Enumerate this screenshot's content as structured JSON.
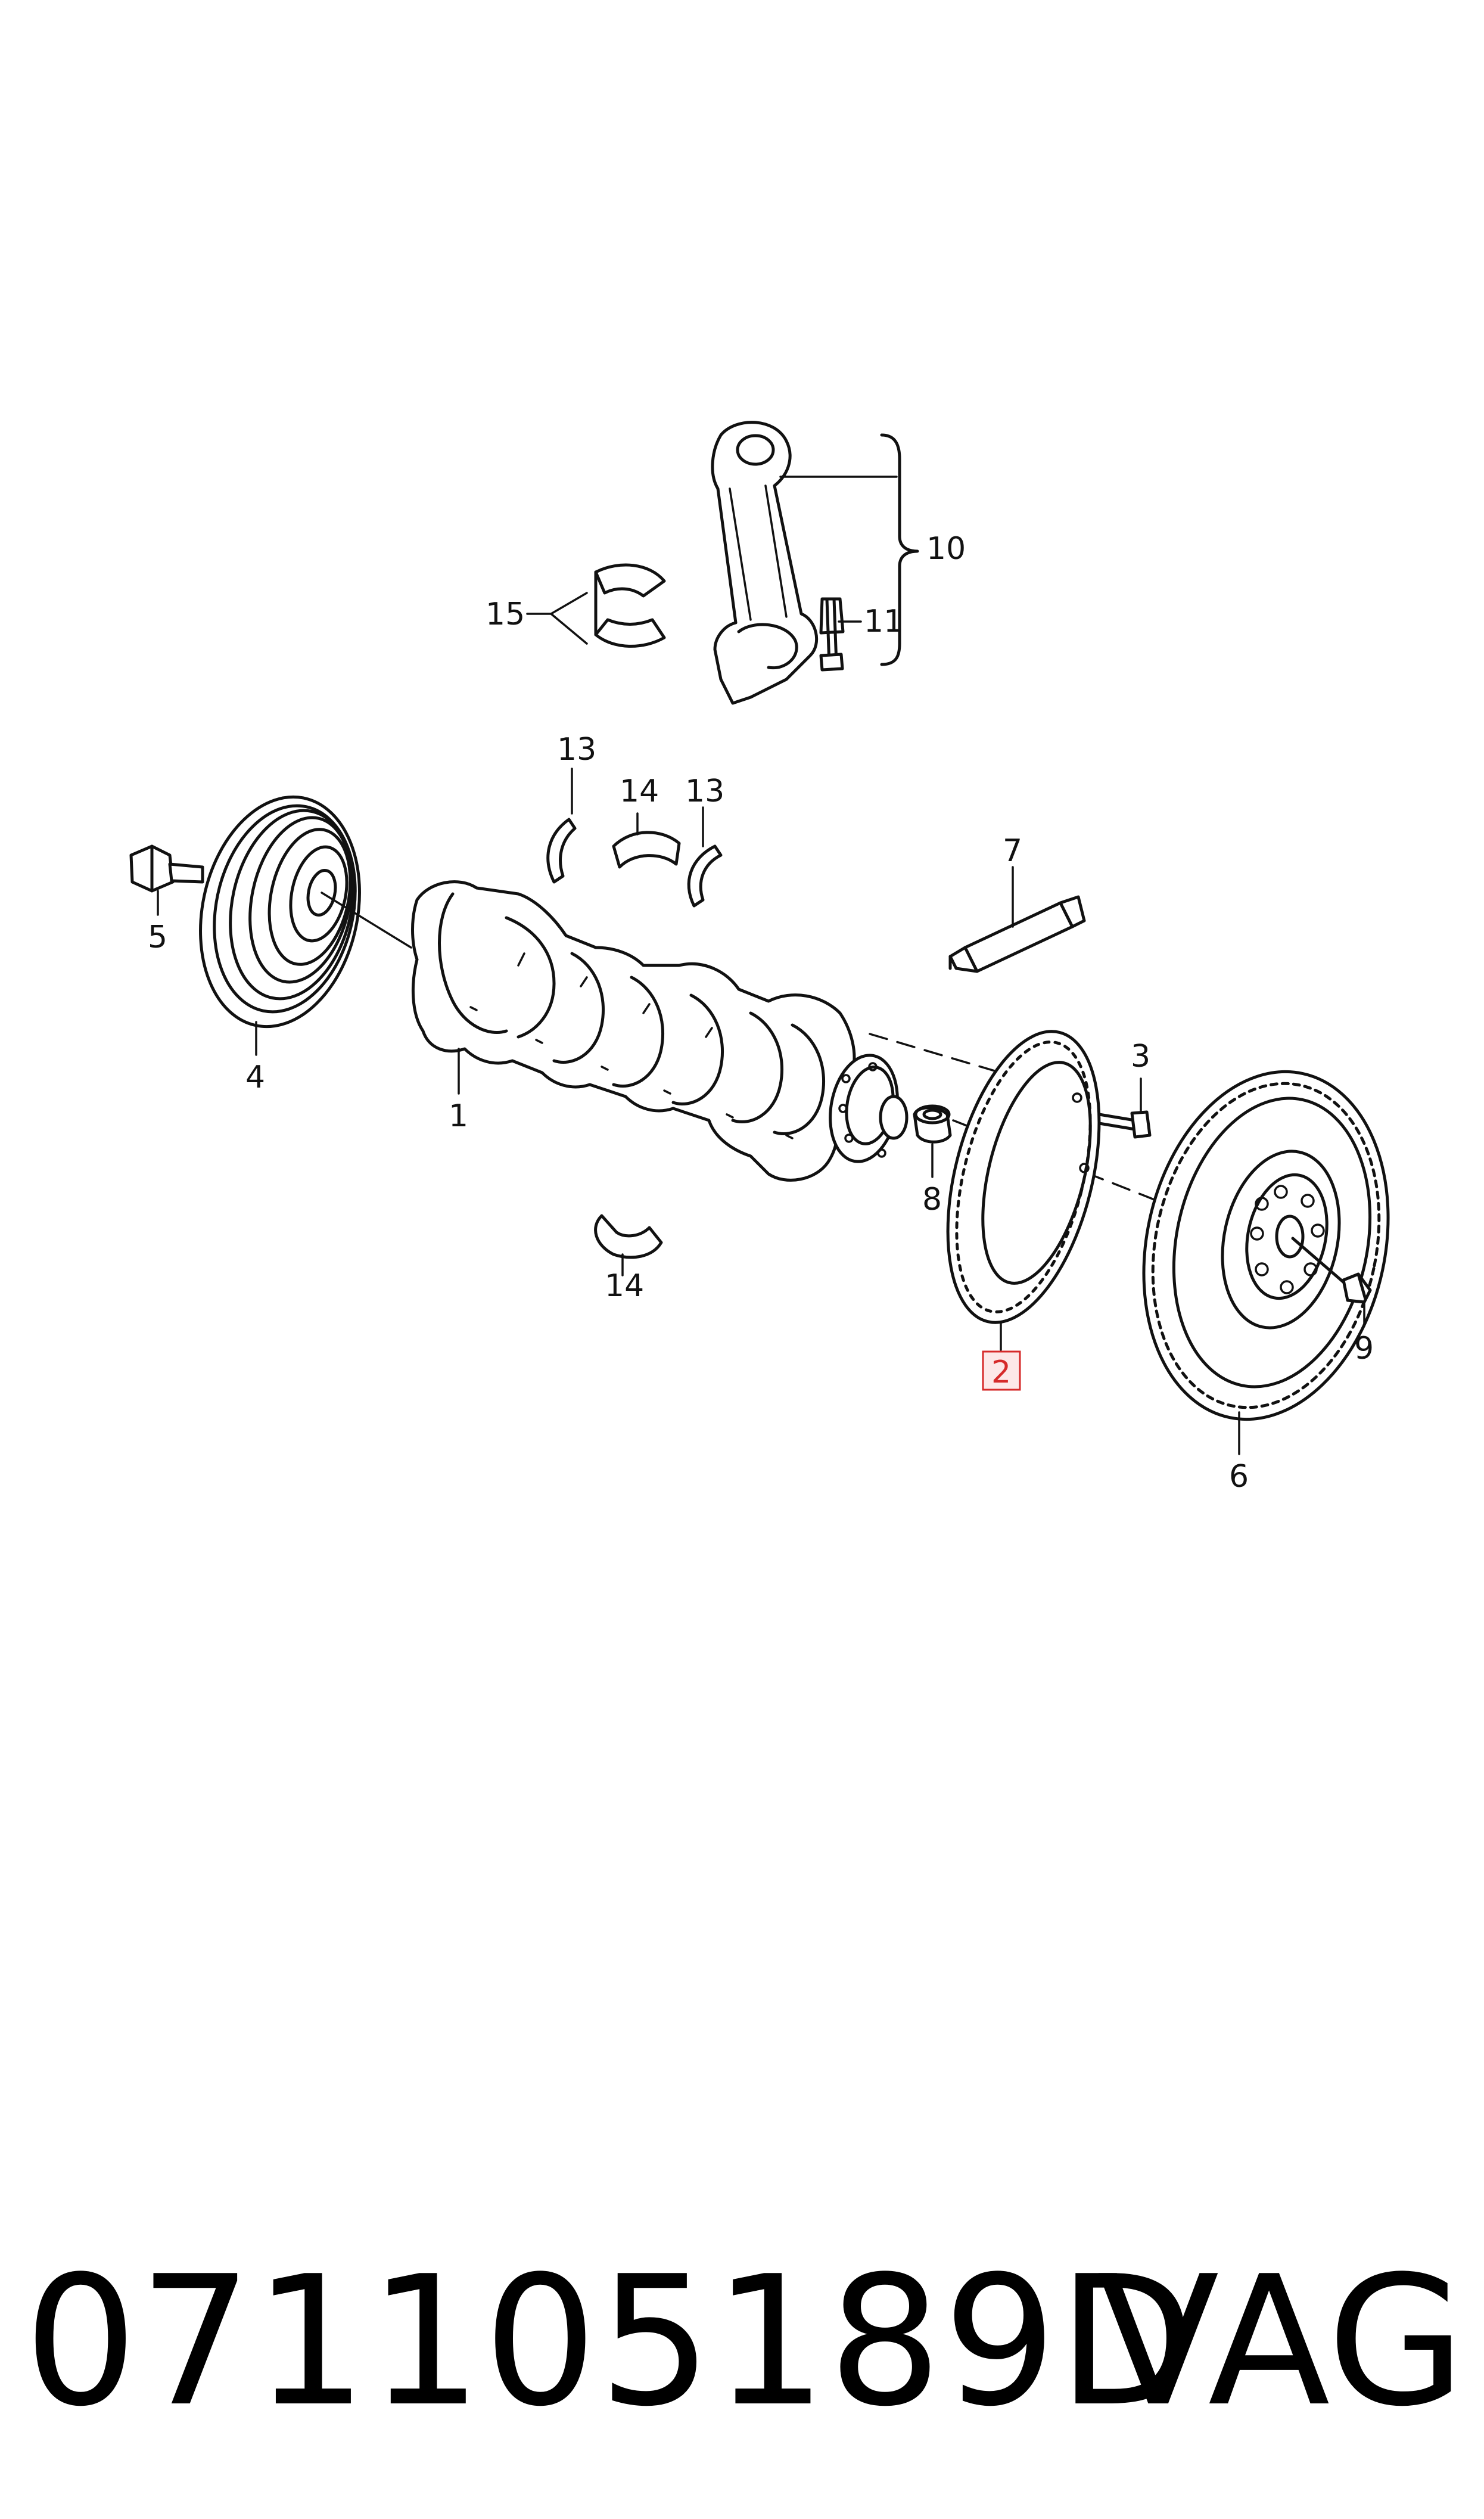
{
  "diagram": {
    "callouts": {
      "c1": "1",
      "c2": "2",
      "c3": "3",
      "c4": "4",
      "c5": "5",
      "c6": "6",
      "c7": "7",
      "c8": "8",
      "c9": "9",
      "c10": "10",
      "c11": "11",
      "c13a": "13",
      "c13b": "13",
      "c14a": "14",
      "c14b": "14",
      "c15": "15"
    },
    "highlighted_callout": "2",
    "highlight_color": "#d62a2a"
  },
  "footer": {
    "part_number": "071105189D",
    "brand": "VAG"
  }
}
